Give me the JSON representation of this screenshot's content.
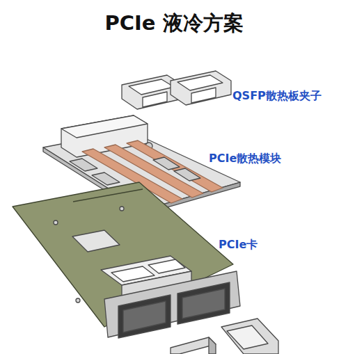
{
  "diagram": {
    "title": "PCIe 液冷方案",
    "labels": [
      "QSFP散热板夹子",
      "PCIe散热模块",
      "PCIe卡"
    ]
  }
}
